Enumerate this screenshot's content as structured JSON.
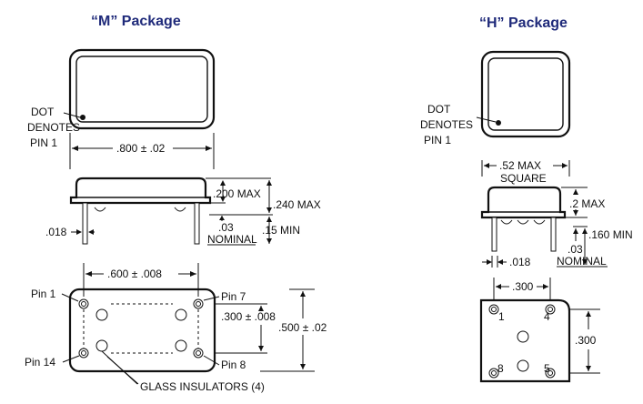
{
  "m_package": {
    "title": "“M” Package",
    "dot_line1": "DOT",
    "dot_line2": "DENOTES",
    "dot_line3": "PIN 1",
    "width_dim": ".800 ± .02",
    "body_height": ".200 MAX",
    "total_height": ".240 MAX",
    "pin_diameter": ".018",
    "standoff": ".03",
    "standoff_note": "NOMINAL",
    "pin_length": ".15 MIN",
    "pin_spacing_x": ".600 ± .008",
    "pin_spacing_y": ".300 ± .008",
    "overall_y": ".500 ± .02",
    "pin1_label": "Pin 1",
    "pin7_label": "Pin 7",
    "pin8_label": "Pin 8",
    "pin14_label": "Pin 14",
    "insulators_label": "GLASS INSULATORS (4)"
  },
  "h_package": {
    "title": "“H” Package",
    "dot_line1": "DOT",
    "dot_line2": "DENOTES",
    "dot_line3": "PIN 1",
    "size_line1": ".52 MAX",
    "size_line2": "SQUARE",
    "height_max": ".2 MAX",
    "standoff": ".03",
    "standoff_note": "NOMINAL",
    "pin_length": ".160 MIN",
    "pin_diameter": ".018",
    "pin_spacing_x": ".300",
    "pin_spacing_y": ".300",
    "pin_num_1": "1",
    "pin_num_4": "4",
    "pin_num_8": "8",
    "pin_num_5": "5"
  }
}
